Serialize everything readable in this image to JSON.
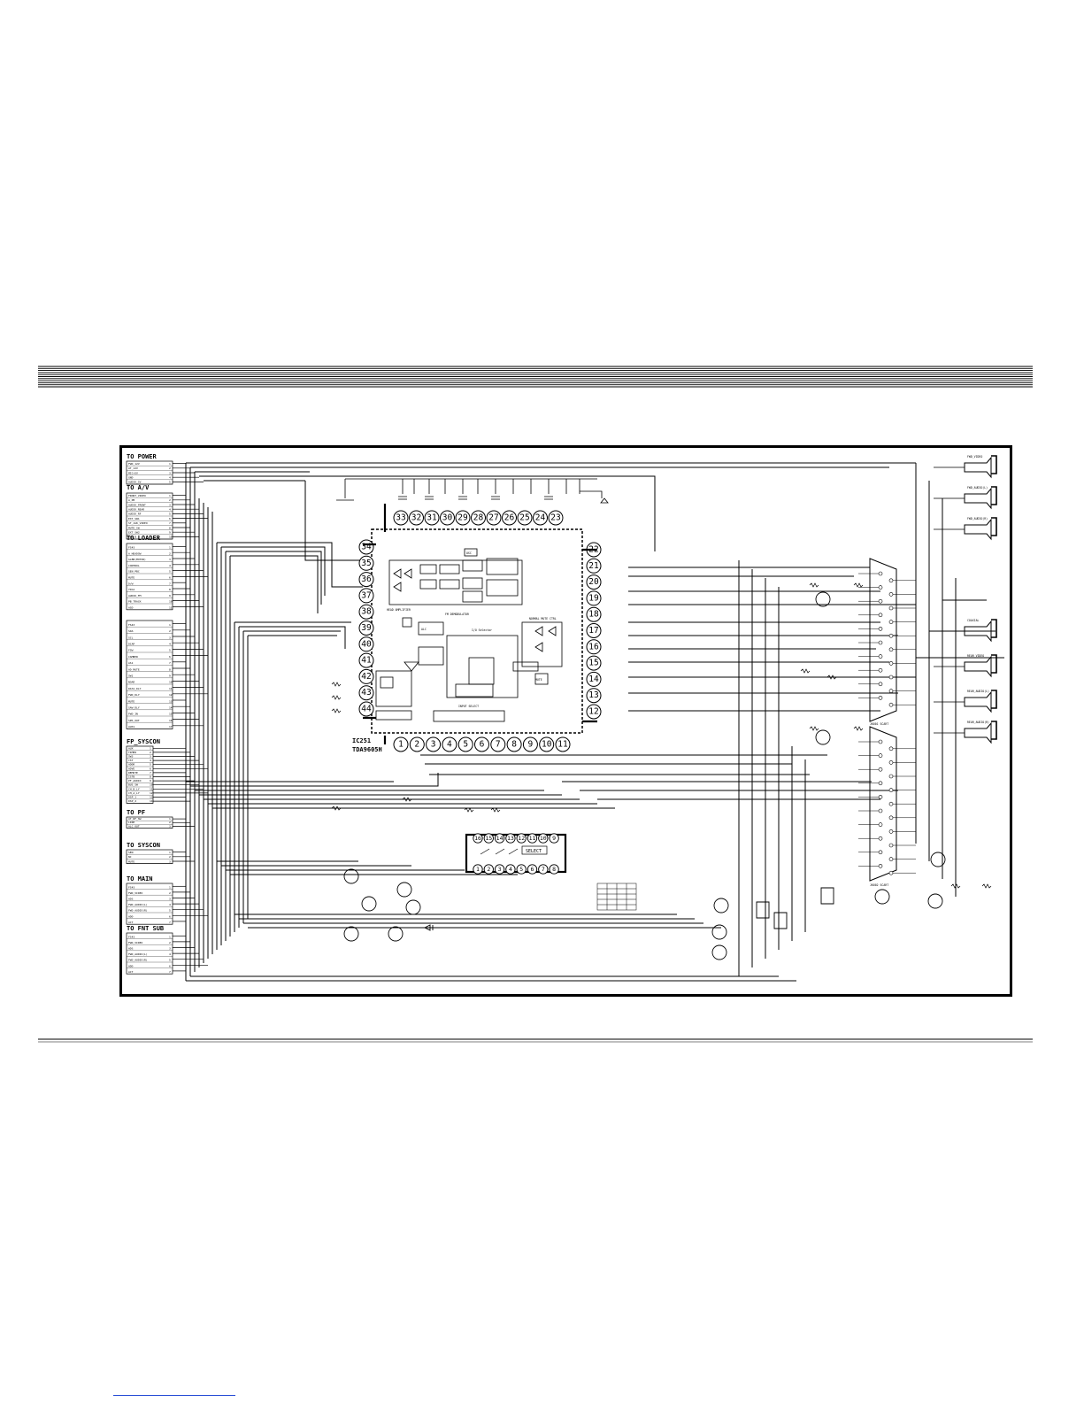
{
  "connectors": [
    {
      "id": "power",
      "title": "TO POWER",
      "pins": [
        "FWD_12V",
        "AT_12V",
        "MIC+5V",
        "GND",
        "AUDIO_5V"
      ]
    },
    {
      "id": "av",
      "title": "TO A/V",
      "pins": [
        "FRONT_VIDEO",
        "A_PB",
        "AUDIO_FRONT",
        "AUDIO_REAR",
        "AUDIO_RF",
        "EXT_SW1",
        "ST_JAK_VIDEO",
        "MUTE_SW",
        "EXT_SW2",
        "SEL_B"
      ]
    },
    {
      "id": "loader",
      "title": "TO LOADER",
      "pins": [
        "FS43",
        "A_HEADSW",
        "GLBB(MOTOR)",
        "CONTROL",
        "SEN_PBC",
        "MUTE",
        "D/W",
        "YDCA",
        "AUDIO_FM",
        "PB_TRACK",
        "ASD"
      ]
    },
    {
      "id": "unnamed",
      "title": "",
      "pins": [
        "FS43",
        "SDA",
        "SCL",
        "DCAP",
        "FSW",
        "CAMBER",
        "AS1",
        "AD_MUTE",
        "SW1",
        "NOAR",
        "DATA_DLY",
        "FWD_DLY",
        "MUTE",
        "SAW_DLY",
        "FWD_IN",
        "SPK_OUT",
        "AUX1"
      ]
    },
    {
      "id": "fp_syscon",
      "title": "FP_SYSCON",
      "pins": [
        "AUX",
        "TIMER",
        "SW3",
        "CST",
        "ADDR",
        "ADVE",
        "REMOTE",
        "ISTB",
        "PF_AUDIO",
        "BUS_SW",
        "CH_B_LY",
        "CH_A_LY",
        "DSP_1",
        "DSP_2"
      ]
    },
    {
      "id": "pf",
      "title": "TO PF",
      "pins": [
        "AT_RF_SW",
        "LIRH",
        "ALC_OUT"
      ]
    },
    {
      "id": "syscon",
      "title": "TO SYSCON",
      "pins": [
        "SEN",
        "NC",
        "MUTE"
      ]
    },
    {
      "id": "main",
      "title": "TO MAIN",
      "pins": [
        "FS43",
        "FWD_VIDEO",
        "ADS",
        "FWD_AUDIO(L)",
        "FWD_AUDIO(R)",
        "ADD",
        "ACT"
      ]
    },
    {
      "id": "fnt_sub",
      "title": "TO FNT SUB",
      "pins": [
        "FS43",
        "FWD_VIDEO",
        "ADS",
        "FWD_AUDIO(L)",
        "FWD_AUDIO(R)",
        "ADD",
        "ACT"
      ]
    }
  ],
  "ic251": {
    "ref": "IC251",
    "part": "TDA9605H",
    "pins_top": [
      "33",
      "32",
      "31",
      "30",
      "29",
      "28",
      "27",
      "26",
      "25",
      "24",
      "23"
    ],
    "pins_left": [
      "34",
      "35",
      "36",
      "37",
      "38",
      "39",
      "40",
      "41",
      "42",
      "43",
      "44"
    ],
    "pins_right": [
      "22",
      "21",
      "20",
      "19",
      "18",
      "17",
      "16",
      "15",
      "14",
      "13",
      "12"
    ],
    "pins_bottom": [
      "1",
      "2",
      "3",
      "4",
      "5",
      "6",
      "7",
      "8",
      "9",
      "10",
      "11"
    ],
    "blocks": [
      "HEAD AMPLIFIER",
      "FM DEMODULATOR",
      "I/O Selector",
      "INPUT SELECT",
      "NORMAL MUTE CTRL",
      "OSC",
      "ALC",
      "MUTE"
    ]
  },
  "ic_select": {
    "pins_top": [
      "16",
      "15",
      "14",
      "13",
      "12",
      "11",
      "10",
      "9"
    ],
    "pins_bottom": [
      "1",
      "2",
      "3",
      "4",
      "5",
      "6",
      "7",
      "8"
    ],
    "label": "SELECT"
  },
  "scart": [
    "JK601 SCART",
    "JK602 SCART"
  ],
  "jacks": [
    "FWD_VIDEO",
    "FWD_AUDIO(L)",
    "FWD_AUDIO(R)",
    "COAXIAL",
    "REAR_VIDEO",
    "REAR_AUDIO(L)",
    "REAR_AUDIO(R)"
  ],
  "colors": {
    "line": "#000000",
    "link": "#2a4fd6"
  }
}
